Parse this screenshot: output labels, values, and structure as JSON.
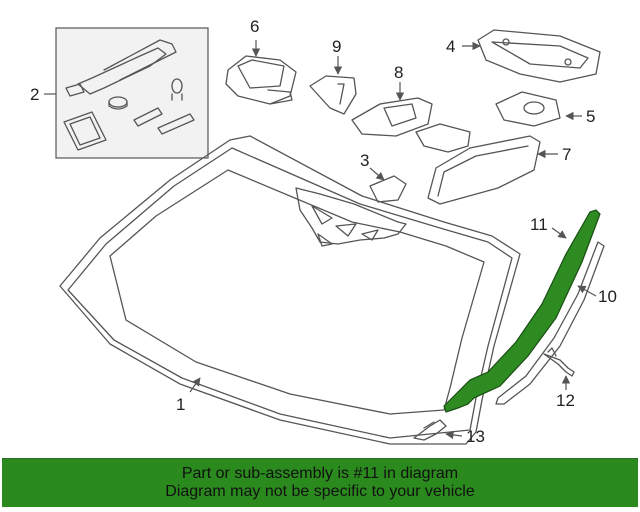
{
  "colors": {
    "highlight": "#2e8b22",
    "highlight_stroke": "#1a4d14",
    "banner": "#2a8a1e",
    "line": "#555555",
    "inset_box": "#f2f2f2"
  },
  "callouts": {
    "c1": "1",
    "c2": "2",
    "c3": "3",
    "c4": "4",
    "c5": "5",
    "c6": "6",
    "c7": "7",
    "c8": "8",
    "c9": "9",
    "c10": "10",
    "c11": "11",
    "c12": "12",
    "c13": "13"
  },
  "highlighted_part": "11",
  "banner": {
    "line1": "Part or sub-assembly is #11 in diagram",
    "line2": "Diagram may not be specific to your vehicle"
  }
}
